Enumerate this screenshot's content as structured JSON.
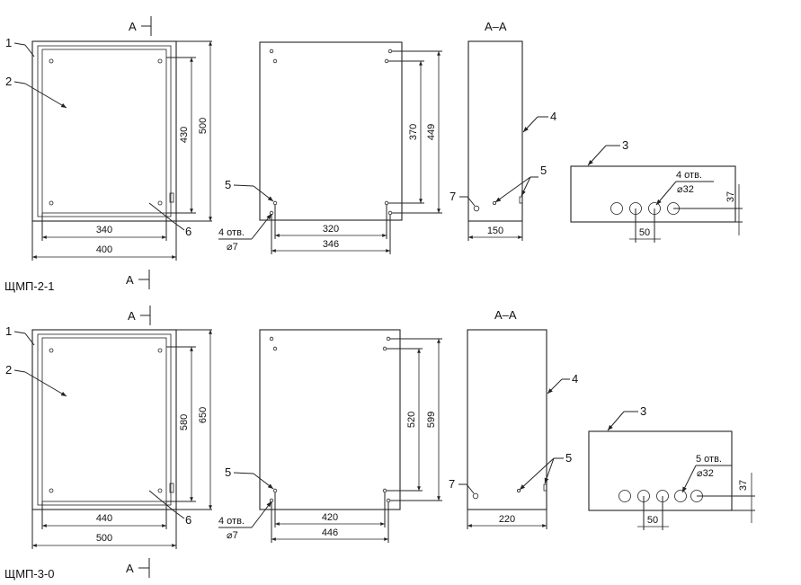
{
  "sheet": {
    "top": {
      "model": "ЩМП-2-1",
      "section_mark": "А",
      "section_title": "А–А",
      "callouts": [
        "1",
        "2",
        "3",
        "4",
        "5",
        "6",
        "7"
      ],
      "front": {
        "h_inner": "430",
        "h_outer": "500",
        "w_inner": "340",
        "w_outer": "400"
      },
      "back": {
        "h_inner": "370",
        "h_outer": "449",
        "w_inner": "320",
        "w_outer": "346",
        "holes": "4 отв.",
        "hole_d": "⌀7"
      },
      "side": {
        "depth": "150"
      },
      "bottom": {
        "holes": "4 отв.",
        "hole_d": "⌀32",
        "pitch": "50",
        "offset": "37"
      }
    },
    "bottom": {
      "model": "ЩМП-3-0",
      "section_mark": "А",
      "section_title": "А–А",
      "callouts": [
        "1",
        "2",
        "3",
        "4",
        "5",
        "6",
        "7"
      ],
      "front": {
        "h_inner": "580",
        "h_outer": "650",
        "w_inner": "440",
        "w_outer": "500"
      },
      "back": {
        "h_inner": "520",
        "h_outer": "599",
        "w_inner": "420",
        "w_outer": "446",
        "holes": "4 отв.",
        "hole_d": "⌀7"
      },
      "side": {
        "depth": "220"
      },
      "bottom": {
        "holes": "5 отв.",
        "hole_d": "⌀32",
        "pitch": "50",
        "offset": "37"
      }
    }
  }
}
